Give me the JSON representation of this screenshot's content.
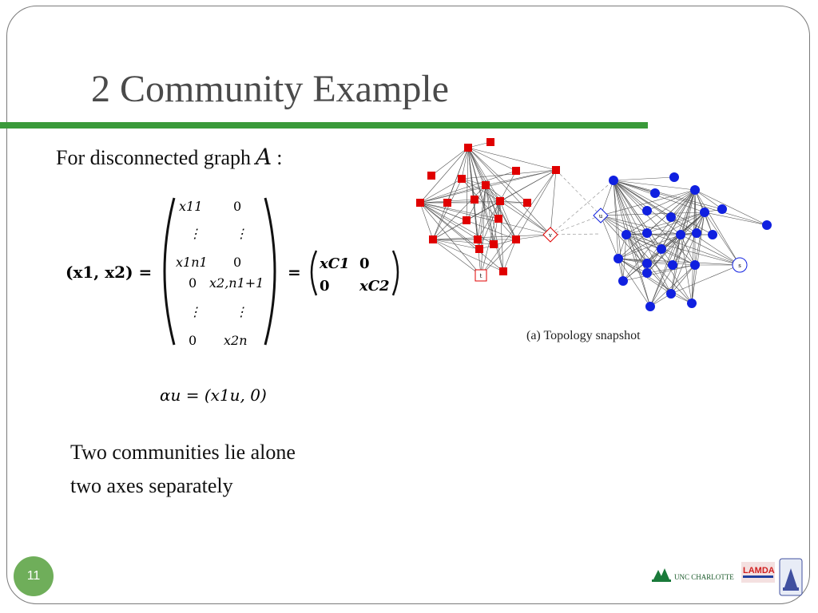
{
  "slide": {
    "title": "2 Community Example",
    "intro_text": "For disconnected graph",
    "intro_symbol": "A",
    "intro_suffix": ":",
    "body_lines": [
      "Two communities lie alone",
      "two axes separately"
    ],
    "page_number": "11",
    "accent_color": "#3a9a3a"
  },
  "equation": {
    "lhs": "(x1, x2) =",
    "matrix_col1": [
      "x11",
      "⋮",
      "x1n1",
      "0",
      "⋮",
      "0"
    ],
    "matrix_col2": [
      "0",
      "⋮",
      "0",
      "x2,n1+1",
      "⋮",
      "x2n"
    ],
    "rhs_row1": [
      "xC1",
      "0"
    ],
    "rhs_row2": [
      "0",
      "xC2"
    ],
    "alpha": "αu = (x1u, 0)"
  },
  "figure": {
    "caption": "(a)  Topology snapshot",
    "node_labels": {
      "t": "t",
      "v": "v",
      "u": "u",
      "s": "s"
    },
    "community1_color": "#e00000",
    "community2_color": "#1020e0"
  },
  "logos": {
    "unc": "UNC CHARLOTTE",
    "lamda": "LAMDA"
  }
}
